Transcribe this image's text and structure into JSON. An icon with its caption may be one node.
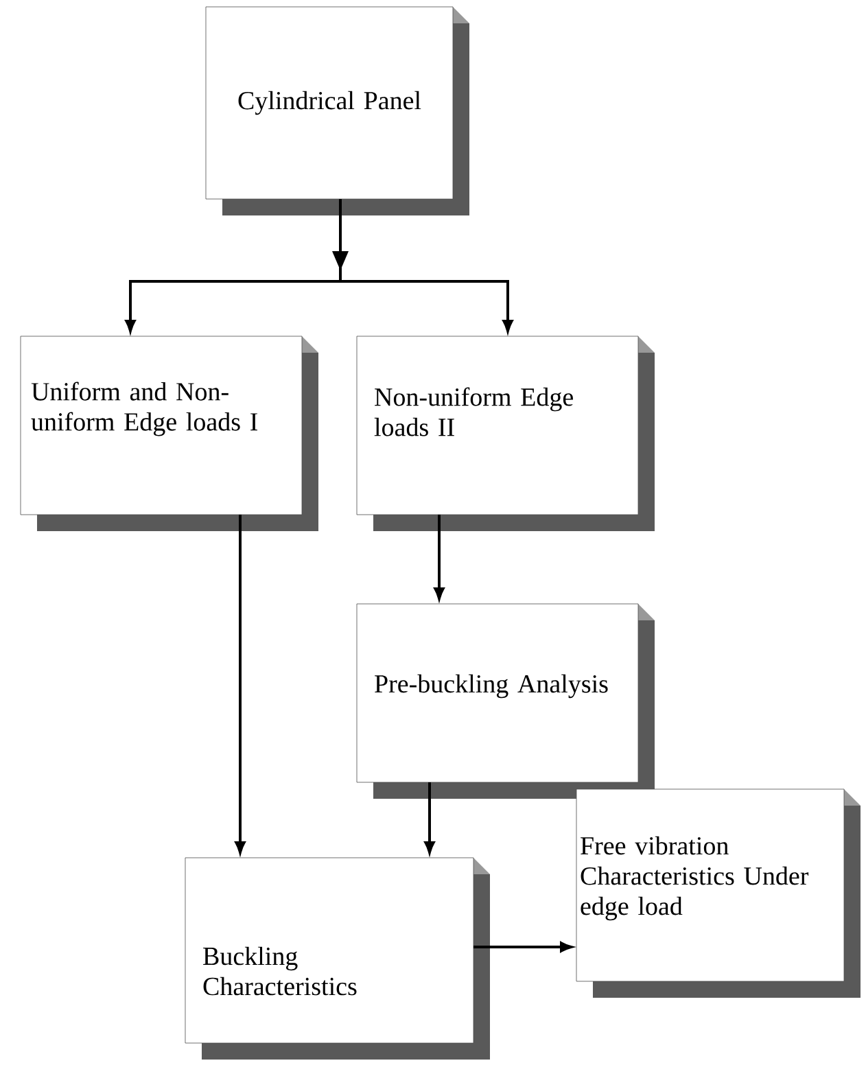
{
  "diagram": {
    "nodes": [
      {
        "text": [
          "Cylindrical Panel"
        ]
      },
      {
        "text": [
          "Uniform and Non-uniform Edge loads I"
        ]
      },
      {
        "text": [
          "Non-uniform Edge loads II"
        ]
      },
      {
        "text": [
          "Pre-buckling Analysis"
        ]
      },
      {
        "text": [
          "Buckling Characteristics"
        ]
      },
      {
        "text": [
          "Free vibration Characteristics Under edge load"
        ]
      }
    ],
    "edges": [
      {
        "from": 0,
        "to": 1,
        "arrow": "to"
      },
      {
        "from": 0,
        "to": 2,
        "arrow": "to"
      },
      {
        "from": 1,
        "to": 4,
        "arrow": "to"
      },
      {
        "from": 2,
        "to": 3,
        "arrow": "to"
      },
      {
        "from": 3,
        "to": 4,
        "arrow": "to"
      },
      {
        "from": 4,
        "to": 5,
        "arrow": "to"
      }
    ]
  }
}
